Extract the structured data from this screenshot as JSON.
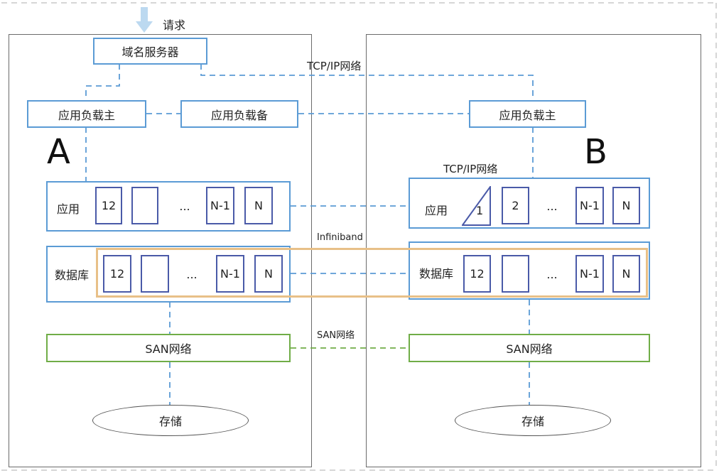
{
  "request_label": "请求",
  "dns_label": "域名服务器",
  "network_labels": {
    "tcpip_top": "TCP/IP网络",
    "tcpip_b": "TCP/IP网络",
    "infiniband": "Infiniband",
    "san_link": "SAN网络"
  },
  "site_a": {
    "letter": "A",
    "lb_primary": "应用负载主",
    "lb_backup": "应用负载备",
    "app_label": "应用",
    "app_cells": [
      "12",
      "",
      "...",
      "N-1",
      "N"
    ],
    "db_label": "数据库",
    "db_cells": [
      "12",
      "",
      "...",
      "N-1",
      "N"
    ],
    "san_label": "SAN网络",
    "storage_label": "存储"
  },
  "site_b": {
    "letter": "B",
    "lb_primary": "应用负载主",
    "app_label": "应用",
    "app_cells": [
      "1",
      "2",
      "...",
      "N-1",
      "N"
    ],
    "db_label": "数据库",
    "db_cells": [
      "12",
      "",
      "...",
      "N-1",
      "N"
    ],
    "san_label": "SAN网络",
    "storage_label": "存储"
  },
  "colors": {
    "blue": "#5b9bd5",
    "green": "#70ad47",
    "orange": "#e8c088",
    "arrow": "#bcd9f0"
  }
}
